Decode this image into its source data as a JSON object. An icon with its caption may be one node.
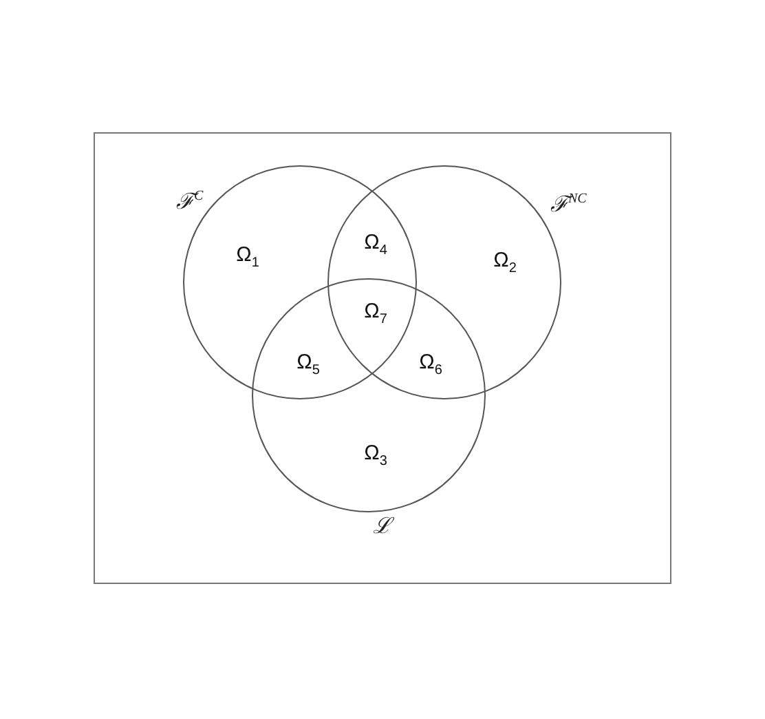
{
  "diagram": {
    "nodes": [
      {
        "text": [
          "ℱ$^{C}$"
        ]
      },
      {
        "text": [
          "ℱ$^{NC}$"
        ]
      },
      {
        "text": [
          "ℒ"
        ]
      }
    ],
    "labels": [
      "Ω$_{1}$",
      "Ω$_{4}$",
      "Ω$_{2}$",
      "Ω$_{7}$",
      "Ω$_{5}$",
      "Ω$_{6}$",
      "Ω$_{3}$"
    ]
  }
}
